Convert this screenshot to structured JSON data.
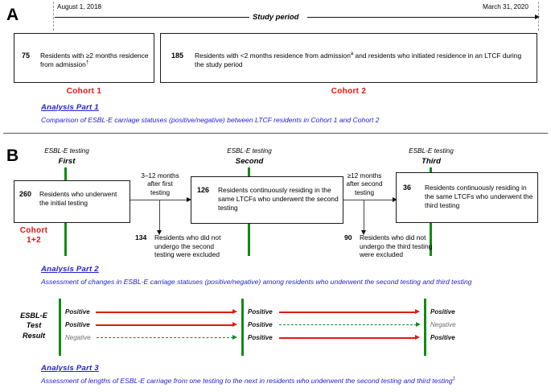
{
  "figure": {
    "panels": [
      "A",
      "B"
    ]
  },
  "panelA": {
    "letter": "A",
    "timeline": {
      "start_date": "August 1, 2018",
      "end_date": "March 31, 2020",
      "label": "Study period"
    },
    "boxes": [
      {
        "number": "75",
        "text": "Residents with ≥2 months residence from admission",
        "footnote": "†",
        "cohort_label": "Cohort  1"
      },
      {
        "number": "185",
        "text": "Residents with <2 months residence from admission",
        "footnote": "a",
        "text_rest": " and residents who initiated residence in an LTCF during the study period",
        "cohort_label": "Cohort  2"
      }
    ],
    "analysis": {
      "title": "Analysis  Part  1",
      "description": "Comparison of ESBL-E carriage statuses (positive/negative) between LTCF residents in Cohort 1 and Cohort 2"
    }
  },
  "panelB": {
    "letter": "B",
    "testing_points": [
      {
        "caption": "ESBL-E testing",
        "ordinal": "First"
      },
      {
        "caption": "ESBL-E testing",
        "ordinal": "Second"
      },
      {
        "caption": "ESBL-E testing",
        "ordinal": "Third"
      }
    ],
    "cohort_label_line1": "Cohort",
    "cohort_label_line2": "1+2",
    "boxes": [
      {
        "number": "260",
        "text": "Residents who underwent the initial testing"
      },
      {
        "number": "126",
        "text": "Residents continuously residing in the same LTCFs who underwent the second testing"
      },
      {
        "number": "36",
        "text": "Residents continuously residing in the same LTCFs who underwent the third testing"
      }
    ],
    "intervals": [
      {
        "line1": "3–12 months",
        "line2": "after first",
        "line3": "testing"
      },
      {
        "line1": "≥12 months",
        "line2": "after second",
        "line3": "testing"
      }
    ],
    "exclusions": [
      {
        "number": "134",
        "text": "Residents who did not undergo the second testing were excluded"
      },
      {
        "number": "90",
        "text": "Residents who did not undergo the third testing were excluded"
      }
    ],
    "analysis2": {
      "title": "Analysis  Part  2",
      "description": "Assessment of changes in ESBL-E carriage statuses (positive/negative) among residents who underwent the second testing and third testing"
    },
    "result_block": {
      "label_line1": "ESBL-E",
      "label_line2": "Test",
      "label_line3": "Result",
      "rows": [
        {
          "first": "Positive",
          "second": "Positive",
          "third": "Positive",
          "arrow1": "red-solid",
          "arrow2": "red-solid"
        },
        {
          "first": "Positive",
          "second": "Positive",
          "third": "Negative",
          "arrow1": "red-solid",
          "arrow2": "green-dashed"
        },
        {
          "first": "Negative",
          "second": "Positive",
          "third": "Positive",
          "arrow1": "green-dashed",
          "arrow2": "red-solid"
        }
      ]
    },
    "analysis3": {
      "title": "Analysis  Part 3",
      "description": "Assessment of lengths of ESBL-E carriage from one testing to the next in residents who underwent the second testing and third testing",
      "footnote": "‡"
    }
  },
  "colors": {
    "cohort_red": "#e8120c",
    "analysis_blue": "#2222cc",
    "testing_green": "#128a12",
    "arrow_red": "#e01b0d",
    "arrow_green": "#128a2c",
    "negative_gray": "#6f6f6f"
  }
}
